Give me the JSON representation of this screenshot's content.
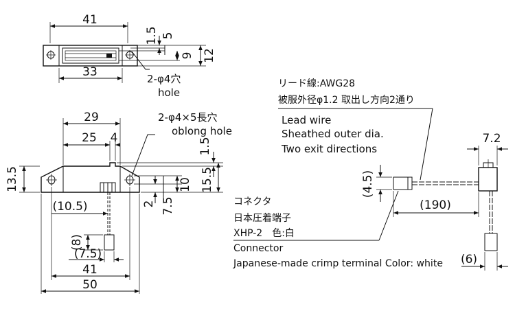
{
  "top_view": {
    "dim_41": "41",
    "dim_33": "33",
    "dim_1_5": "1.5",
    "dim_5": "5",
    "dim_9": "9",
    "dim_12": "12",
    "hole_label": "2-φ4穴",
    "hole_label_en": "hole"
  },
  "front_view": {
    "dim_29": "29",
    "dim_25": "25",
    "dim_4": "4",
    "dim_13_5": "13.5",
    "dim_1_5": "1.5",
    "dim_15_5": "15.5",
    "dim_10": "10",
    "dim_2": "2",
    "dim_7_5": "7.5",
    "dim_10_5": "(10.5)",
    "dim_8": "(8)",
    "dim_7_5_paren": "(7.5)",
    "dim_41": "41",
    "dim_50": "50",
    "oblong_label": "2-φ4×5長穴",
    "oblong_label_en": "oblong hole"
  },
  "lead_wire": {
    "jp_line1": "リード線:AWG28",
    "jp_line2": "被服外径φ1.2 取出し方向2通り",
    "en_line1": "Lead wire",
    "en_line2": "Sheathed outer dia.",
    "en_line3": "Two exit directions"
  },
  "side_view": {
    "dim_7_2": "7.2",
    "dim_4_5": "(4.5)",
    "dim_190": "(190)",
    "dim_6": "(6)"
  },
  "connector": {
    "jp_line1": "コネクタ",
    "jp_line2": "日本圧着端子",
    "jp_line3": "XHP-2　色:白",
    "en_line1": "Connector",
    "en_line2": "Japanese-made crimp terminal  Color: white"
  }
}
